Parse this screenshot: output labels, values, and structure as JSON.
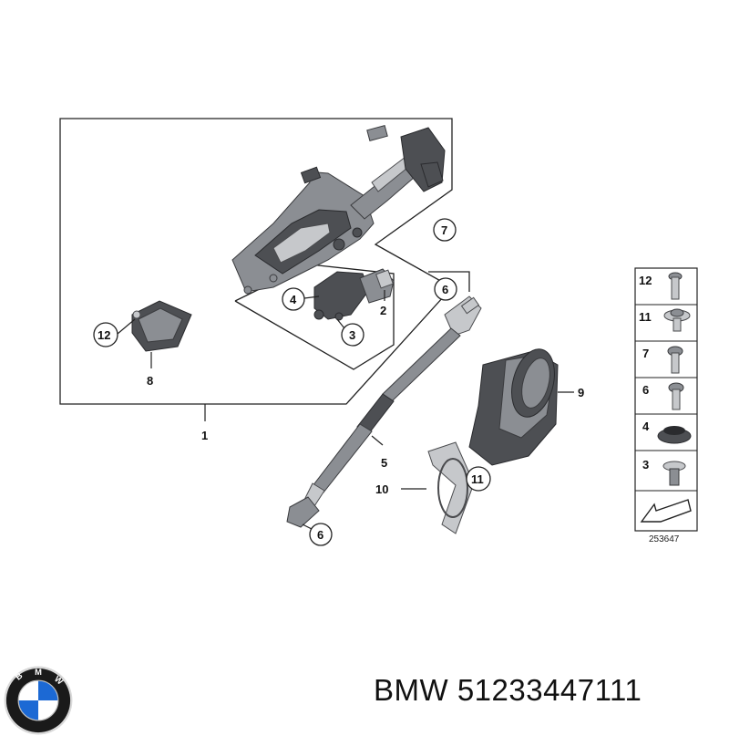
{
  "callouts": {
    "c1": "1",
    "c2": "2",
    "c3": "3",
    "c4": "4",
    "c5": "5",
    "c6a": "6",
    "c6b": "6",
    "c7": "7",
    "c8": "8",
    "c9": "9",
    "c10": "10",
    "c11": "11",
    "c12": "12"
  },
  "legend": {
    "items": [
      "12",
      "11",
      "7",
      "6",
      "4",
      "3"
    ]
  },
  "diagram_number": "253647",
  "footer": {
    "brand": "BMW",
    "part_number": "51233447111",
    "text": "BMW 51233447111",
    "logo_letters": "BMW"
  },
  "colors": {
    "part_dark": "#4d4f53",
    "part_mid": "#8b8e93",
    "logo_blue": "#1c69d4",
    "logo_ring": "#1a1a1a"
  }
}
